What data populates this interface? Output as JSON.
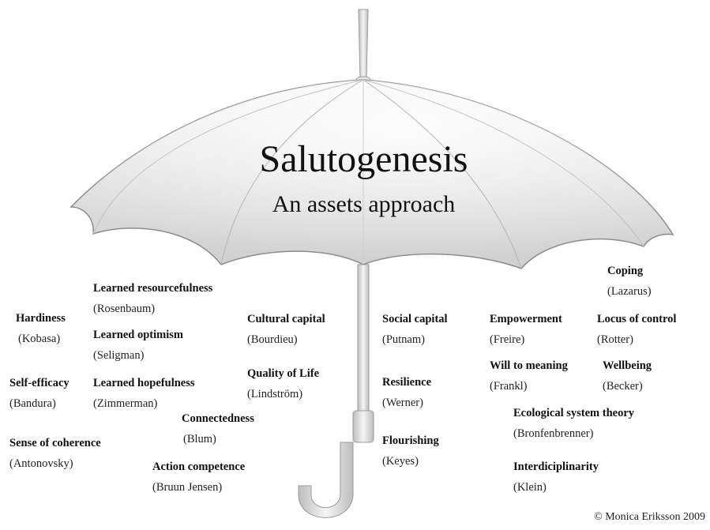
{
  "title": "Salutogenesis",
  "subtitle": "An assets approach",
  "concepts": [
    {
      "term": "Learned resourcefulness",
      "author": "(Rosenbaum)"
    },
    {
      "term": "Hardiness",
      "author": "(Kobasa)"
    },
    {
      "term": "Learned optimism",
      "author": "(Seligman)"
    },
    {
      "term": "Self-efficacy",
      "author": "(Bandura)"
    },
    {
      "term": "Learned hopefulness",
      "author": "(Zimmerman)"
    },
    {
      "term": "Connectedness",
      "author": "(Blum)"
    },
    {
      "term": "Sense of coherence",
      "author": "(Antonovsky)"
    },
    {
      "term": "Action competence",
      "author": "(Bruun Jensen)"
    },
    {
      "term": "Cultural capital",
      "author": "(Bourdieu)"
    },
    {
      "term": "Quality of Life",
      "author": "(Lindström)"
    },
    {
      "term": "Social capital",
      "author": "(Putnam)"
    },
    {
      "term": "Resilience",
      "author": "(Werner)"
    },
    {
      "term": "Flourishing",
      "author": "(Keyes)"
    },
    {
      "term": "Empowerment",
      "author": "(Freire)"
    },
    {
      "term": "Will to meaning",
      "author": "(Frankl)"
    },
    {
      "term": "Coping",
      "author": "(Lazarus)"
    },
    {
      "term": "Locus of control",
      "author": "(Rotter)"
    },
    {
      "term": "Wellbeing",
      "author": "(Becker)"
    },
    {
      "term": "Ecological system theory",
      "author": "(Bronfenbrenner)"
    },
    {
      "term": "Interdiciplinarity",
      "author": "(Klein)"
    }
  ],
  "copyright": "© Monica Eriksson 2009",
  "colors": {
    "canopy_light": "#f7f7f7",
    "canopy_dark": "#c9c9c9",
    "shaft": "#e6e6e6",
    "outline": "#8c8c8c"
  }
}
